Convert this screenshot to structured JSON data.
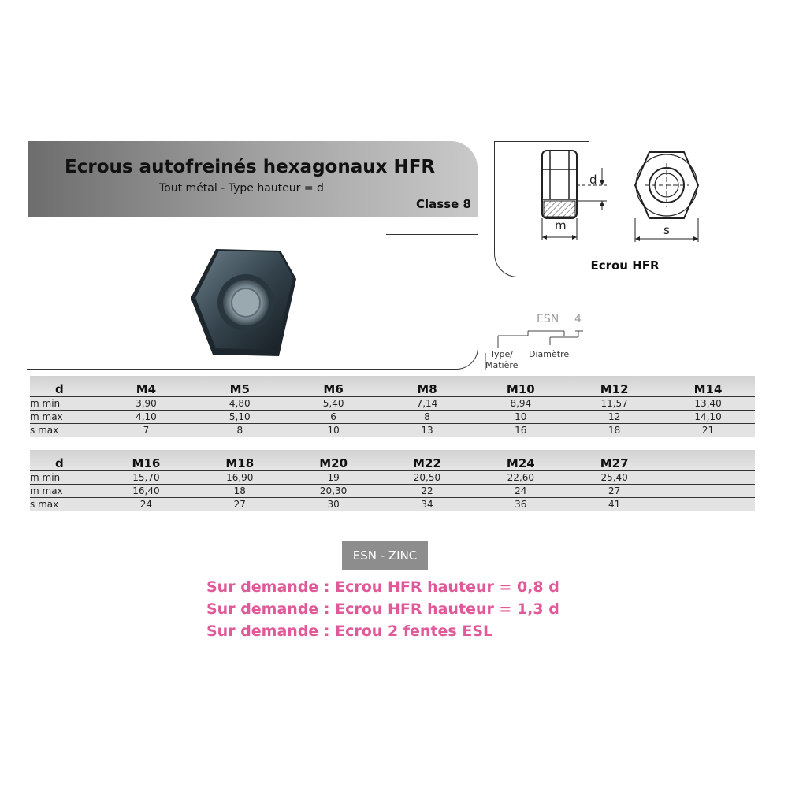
{
  "header": {
    "title": "Ecrous autofreinés hexagonaux HFR",
    "subtitle": "Tout métal - Type hauteur = d",
    "class_label": "Classe 8"
  },
  "drawing": {
    "caption": "Ecrou HFR",
    "dim_d": "d",
    "dim_m": "m",
    "dim_s": "s"
  },
  "designation": {
    "code": "ESN",
    "size": "4",
    "type_label_line1": "Type/",
    "type_label_line2": "Matière",
    "diameter_label": "Diamètre"
  },
  "table1": {
    "header": [
      "d",
      "M4",
      "M5",
      "M6",
      "M8",
      "M10",
      "M12",
      "M14"
    ],
    "rows": [
      [
        "m min",
        "3,90",
        "4,80",
        "5,40",
        "7,14",
        "8,94",
        "11,57",
        "13,40"
      ],
      [
        "m max",
        "4,10",
        "5,10",
        "6",
        "8",
        "10",
        "12",
        "14,10"
      ],
      [
        "s max",
        "7",
        "8",
        "10",
        "13",
        "16",
        "18",
        "21"
      ]
    ]
  },
  "table2": {
    "header": [
      "d",
      "M16",
      "M18",
      "M20",
      "M22",
      "M24",
      "M27",
      ""
    ],
    "rows": [
      [
        "m min",
        "15,70",
        "16,90",
        "19",
        "20,50",
        "22,60",
        "25,40",
        ""
      ],
      [
        "m max",
        "16,40",
        "18",
        "20,30",
        "22",
        "24",
        "27",
        ""
      ],
      [
        "s max",
        "24",
        "27",
        "30",
        "34",
        "36",
        "41",
        ""
      ]
    ]
  },
  "finish_badge": "ESN - ZINC",
  "notes": [
    "Sur demande : Ecrou HFR hauteur = 0,8 d",
    "Sur demande : Ecrou HFR hauteur = 1,3 d",
    "Sur demande : Ecrou 2 fentes ESL"
  ],
  "colors": {
    "note_pink": "#e05a9a",
    "badge_grey": "#8d8d8d",
    "table_grey": "#e3e3e3"
  }
}
